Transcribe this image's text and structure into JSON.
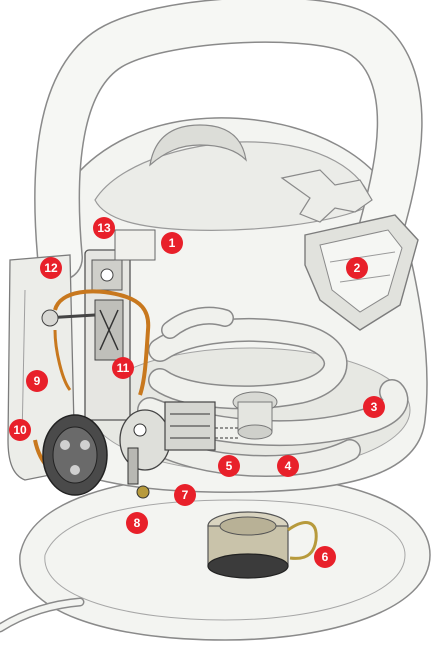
{
  "colors": {
    "marker": "#e8202a",
    "marker_text": "#ffffff",
    "outline": "#8a8a8a",
    "body_fill": "#f3f4f1",
    "copper": "#c8781e",
    "dark_part": "#3b3b3b",
    "brass": "#b79a3c"
  },
  "markers": [
    {
      "id": "m1",
      "label": "1"
    },
    {
      "id": "m2",
      "label": "2"
    },
    {
      "id": "m3",
      "label": "3"
    },
    {
      "id": "m4",
      "label": "4"
    },
    {
      "id": "m5",
      "label": "5"
    },
    {
      "id": "m6",
      "label": "6"
    },
    {
      "id": "m7",
      "label": "7"
    },
    {
      "id": "m8",
      "label": "8"
    },
    {
      "id": "m9",
      "label": "9"
    },
    {
      "id": "m10",
      "label": "10"
    },
    {
      "id": "m11",
      "label": "11"
    },
    {
      "id": "m12",
      "label": "12"
    },
    {
      "id": "m13",
      "label": "13"
    }
  ]
}
